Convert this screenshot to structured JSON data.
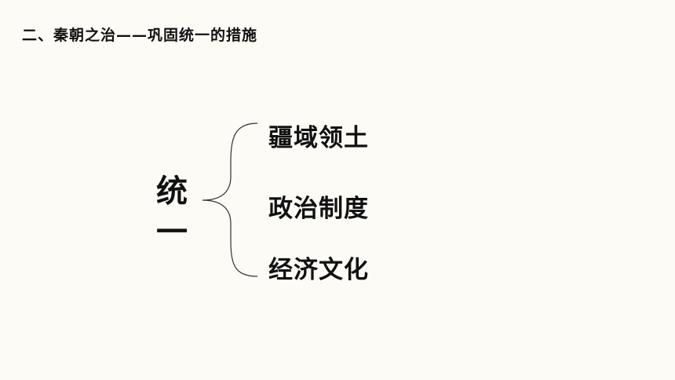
{
  "slide": {
    "title": "二、秦朝之治——巩固统一的措施",
    "main_word": "统一",
    "branches": [
      {
        "label": "疆域领土"
      },
      {
        "label": "政治制度"
      },
      {
        "label": "经济文化"
      }
    ]
  },
  "colors": {
    "background": "#fdfbf6",
    "text": "#111111",
    "brace": "#333333"
  }
}
